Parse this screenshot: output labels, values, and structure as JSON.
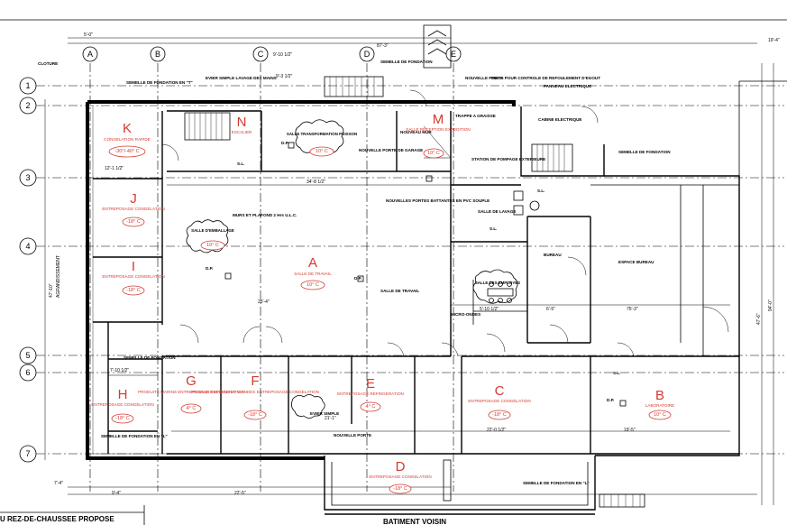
{
  "title": "U REZ-DE-CHAUSSEE PROPOSE",
  "neighbour_label": "BATIMENT VOISIN",
  "grid_cols": [
    "A",
    "B",
    "C",
    "D",
    "E"
  ],
  "grid_rows": [
    "1",
    "2",
    "3",
    "4",
    "5",
    "6",
    "7"
  ],
  "rooms": [
    {
      "letter": "K",
      "name": "CONGELATION RAPIDE",
      "temp": "-30°/-40° C"
    },
    {
      "letter": "J",
      "name": "ENTREPOSAGE CONGELATION",
      "temp": "-18° C"
    },
    {
      "letter": "I",
      "name": "ENTREPOSAGE CONGELATION",
      "temp": "-18° C"
    },
    {
      "letter": "H",
      "name": "ENTREPOSAGE CONGELATION",
      "temp": "-18° C"
    },
    {
      "letter": "G",
      "name": "PRODUITS MARINS ENTREPOSAGE REFRIGERATION",
      "temp": "4° C"
    },
    {
      "letter": "F",
      "name": "PRODUITS MARINS ET VIANDES ENTREPOSAGE CONGELATION",
      "temp": "-18° C"
    },
    {
      "letter": "E",
      "name": "ENTREPOSAGE REFRIGERATION",
      "temp": "4° C"
    },
    {
      "letter": "D",
      "name": "ENTREPOSAGE CONGELATION",
      "temp": "-18° C"
    },
    {
      "letter": "C",
      "name": "ENTREPOSAGE CONGELATION",
      "temp": "-18° C"
    },
    {
      "letter": "B",
      "name": "LABORATOIRE",
      "temp": "10° C"
    },
    {
      "letter": "A",
      "name": "SALLE DE TRAVAIL",
      "temp": "10° C"
    },
    {
      "letter": "N",
      "name": "ESCALIER",
      "temp": ""
    },
    {
      "letter": "M",
      "name": "SALLE RECEPTION EXPEDITION",
      "temp": "10° C"
    }
  ],
  "clouds": [
    {
      "name": "SALLE TRANSFORMATION POISSON",
      "temp": "10° C"
    },
    {
      "name": "SALLE D'EMBALLAGE",
      "temp": "10° C"
    }
  ],
  "labels": {
    "cloture": "CLOTURE",
    "semelle_t_top": "SEMELLE DE FONDATION EN \"T\"",
    "evier_lavage": "EVIER SIMPLE LAVAGE DES MAINS",
    "semelle_fondation_top": "SEMELLE DE FONDATION",
    "nouvelle_porte_top": "NOUVELLE PORTE",
    "puits": "PUITS POUR CONTROLE DE REFOULEMENT D'EGOUT",
    "panneau": "PANNEAU ELECTRIQUE",
    "cabine": "CABINE ELECTRIQUE",
    "semelle_right": "SEMELLE DE FONDATION",
    "trappe": "TRAPPE A GRAISSE",
    "station": "STATION DE POMPAGE EXTERIEURE",
    "nouveau_mur": "NOUVEAU MUR",
    "porte_garage": "NOUVELLE PORTE DE GARAGE",
    "portes_pvc": "NOUVELLES PORTES BATTANTES EN PVC SOUPLE",
    "salle_lavage": "SALLE DE LAVAGE",
    "murs_plafond": "MURS ET PLAFOND 2 Hrs U.L.C.",
    "salle_travail_note": "SALLE DE TRAVAIL",
    "bureau": "BUREAU",
    "espace_bureau": "ESPACE BUREAU",
    "salle_employes": "SALLE DES EMPLOYES",
    "micro": "MICRO-ONDES",
    "semelle_left": "SEMELLE DE FONDATION",
    "semelle_l_left": "SEMELLE DE FONDATION EN \"L\"",
    "evier_simple": "EVIER SIMPLE",
    "nouvelle_porte_bottom": "NOUVELLE PORTE",
    "semelle_l_bottom": "SEMELLE DE FONDATION EN \"L\"",
    "sl": "S.L.",
    "dp": "D.P.",
    "agrandissement": "AGRANDISSEMENT"
  },
  "dimensions": {
    "top_1": "5'-0\"",
    "top_2": "9'-10 1/2\"",
    "top_3": "9'-3 1/2\"",
    "top_4": "87'-3\"",
    "top_right": "19'-4\"",
    "mid_1": "34'-8 1/2\"",
    "mid_2": "25'-4\"",
    "mid_3": "21'-1\"",
    "bottom_1": "9'-4\"",
    "bottom_2": "22'-5\"",
    "bottom_3": "22'-0 1/2\"",
    "bottom_4": "19'-5\"",
    "right_1": "47'-6\"",
    "right_2": "94'-0\"",
    "left_1": "47'-10\"",
    "left_2": "7'-4\"",
    "k_dim": "12'-1 1/2\"",
    "h_dim": "7'-10 1/2\"",
    "office": "75'-3\"",
    "micro_dim": "5'-10 1/2\"",
    "emp_dim": "6'-5\""
  }
}
